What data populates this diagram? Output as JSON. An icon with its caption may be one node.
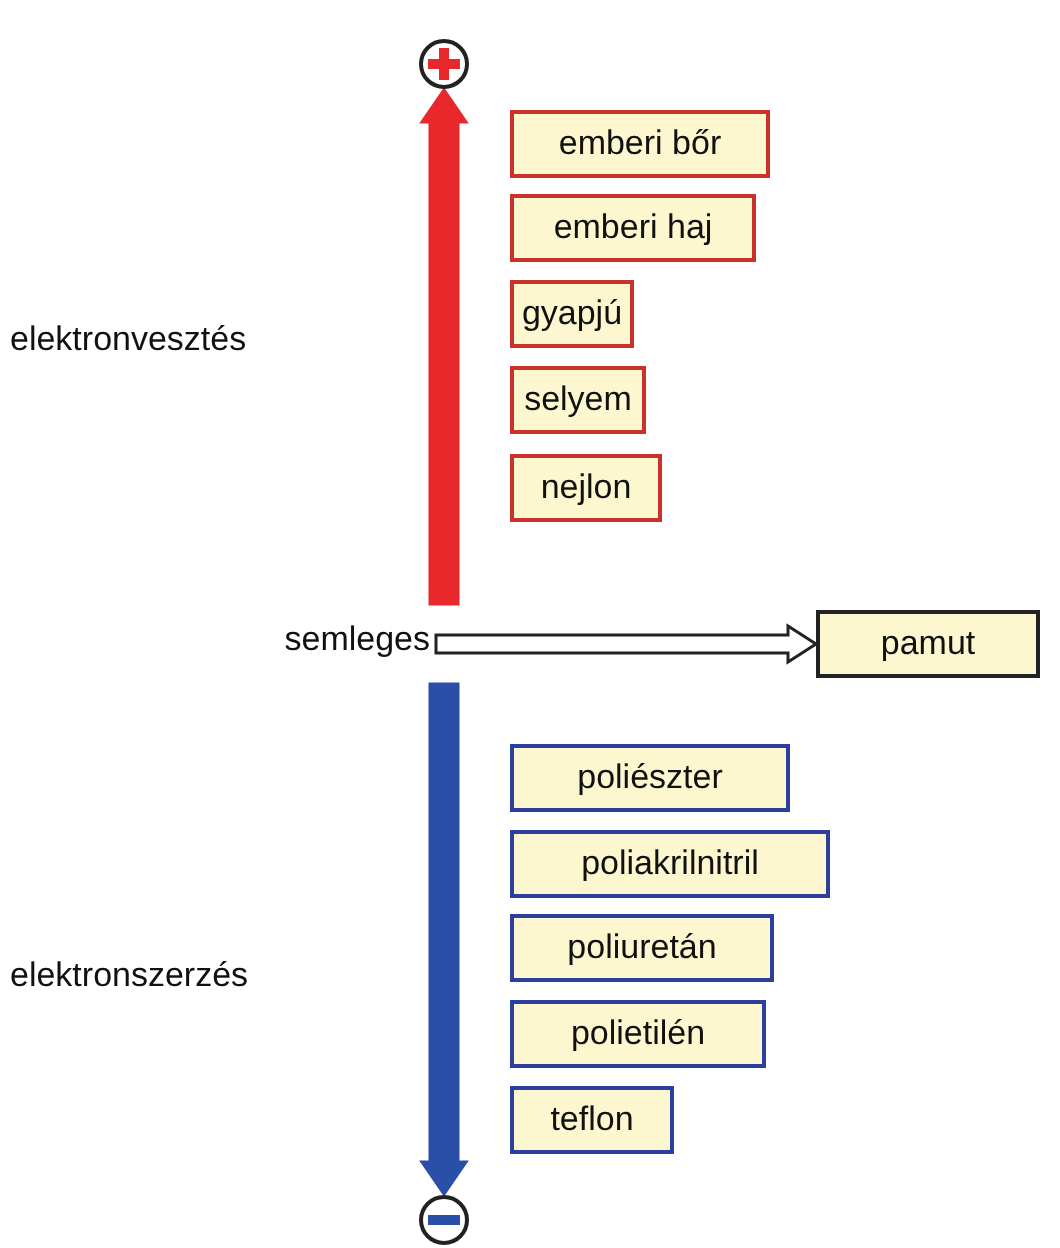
{
  "diagram": {
    "nodes": [
      {
        "text": [],
        "shape": "circle"
      },
      {
        "text": [
          "emberi bőr"
        ]
      },
      {
        "text": [
          "emberi haj"
        ]
      },
      {
        "text": [
          "gyapjú"
        ]
      },
      {
        "text": [
          "selyem"
        ]
      },
      {
        "text": [
          "nejlon"
        ]
      },
      {
        "text": [
          "semleges"
        ]
      },
      {
        "text": [
          "pamut"
        ]
      },
      {
        "text": [
          "poliészter"
        ]
      },
      {
        "text": [
          "poliakrilnitril"
        ]
      },
      {
        "text": [
          "poliuretán"
        ]
      },
      {
        "text": [
          "polietilén"
        ]
      },
      {
        "text": [
          "teflon"
        ]
      },
      {
        "text": [],
        "shape": "circle"
      }
    ],
    "edges": [
      {
        "from": null,
        "to": 0,
        "arrow": "to",
        "color": "#e8282b"
      },
      {
        "from": 6,
        "to": 7,
        "arrow": "to"
      },
      {
        "from": null,
        "to": 13,
        "arrow": "to",
        "color": "#2a4fa8"
      }
    ],
    "labels": [
      "elektronvesztés",
      "elektronszerzés"
    ]
  }
}
